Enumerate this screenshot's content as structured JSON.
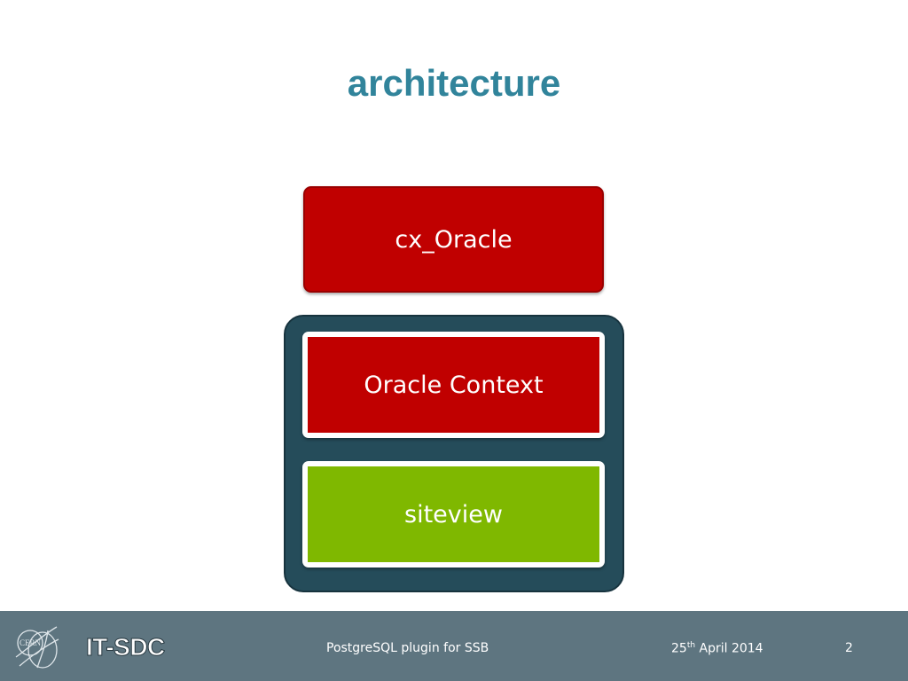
{
  "slide": {
    "title": "architecture"
  },
  "diagram": {
    "top_box": {
      "label": "cx_Oracle",
      "color": "#c00000"
    },
    "container": {
      "color": "#254c5a"
    },
    "inner_boxes": [
      {
        "label": "Oracle Context",
        "color": "#c00000"
      },
      {
        "label": "siteview",
        "color": "#7fb800"
      }
    ]
  },
  "footer": {
    "logo_text": "CERN",
    "logo_icon": "cern-logo-icon",
    "group": "IT-SDC",
    "center_text": "PostgreSQL plugin for SSB",
    "date_day": "25",
    "date_suffix": "th",
    "date_rest": " April 2014",
    "page_number": "2",
    "color": "#5e7580"
  }
}
